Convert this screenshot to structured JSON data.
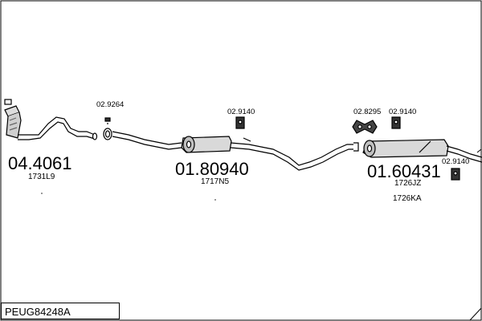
{
  "parts": {
    "catalyst": {
      "number": "04.4061",
      "ref": "1731L9"
    },
    "middle_silencer": {
      "number": "01.80940",
      "ref": "1717N5"
    },
    "rear_silencer": {
      "number": "01.60431",
      "refs": [
        "1726JZ",
        "1726KA"
      ]
    }
  },
  "accessories": {
    "ring_clamp": "02.9264",
    "hanger_middle": "02.9140",
    "mount_rear": "02.8295",
    "hanger_rear_top": "02.9140",
    "hanger_rear_end": "02.9140"
  },
  "footer": {
    "code": "PEUG84248A"
  }
}
